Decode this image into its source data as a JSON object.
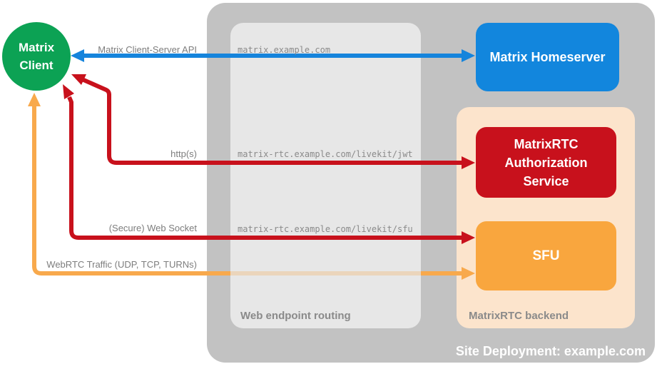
{
  "diagram": {
    "site_label": "Site Deployment: example.com",
    "routing_label": "Web endpoint routing",
    "backend_label": "MatrixRTC backend"
  },
  "nodes": {
    "client": {
      "label": "Matrix Client"
    },
    "homeserver": {
      "label": "Matrix Homeserver"
    },
    "auth_service": {
      "label": "MatrixRTC Authorization Service"
    },
    "sfu": {
      "label": "SFU"
    }
  },
  "edges": {
    "client_server_api": {
      "label": "Matrix Client-Server API",
      "route": "matrix.example.com",
      "color": "#1584dc",
      "from": "Matrix Client",
      "to": "Matrix Homeserver",
      "bidirectional": true
    },
    "https": {
      "label": "http(s)",
      "route": "matrix-rtc.example.com/livekit/jwt",
      "color": "#c8111c",
      "from": "Matrix Client",
      "to": "MatrixRTC Authorization Service",
      "bidirectional": true
    },
    "websocket": {
      "label": "(Secure) Web Socket",
      "route": "matrix-rtc.example.com/livekit/sfu",
      "color": "#c8111c",
      "from": "Matrix Client",
      "to": "SFU",
      "bidirectional": true
    },
    "webrtc": {
      "label": "WebRTC Traffic (UDP, TCP, TURNs)",
      "route": "",
      "color": "#f8a94c",
      "from": "Matrix Client",
      "to": "SFU",
      "bidirectional": true,
      "note": "bypasses web endpoint routing (drawn faded through it)"
    }
  },
  "colors": {
    "client_green": "#0ca254",
    "homeserver_blue": "#1286dd",
    "auth_red": "#c8111c",
    "sfu_orange": "#f9a63e",
    "backend_peach": "#fce4cc",
    "site_gray": "#c2c2c2",
    "routing_gray": "#e7e7e7",
    "label_gray": "#7d7d7d",
    "mono_gray": "#8a8a8a"
  }
}
